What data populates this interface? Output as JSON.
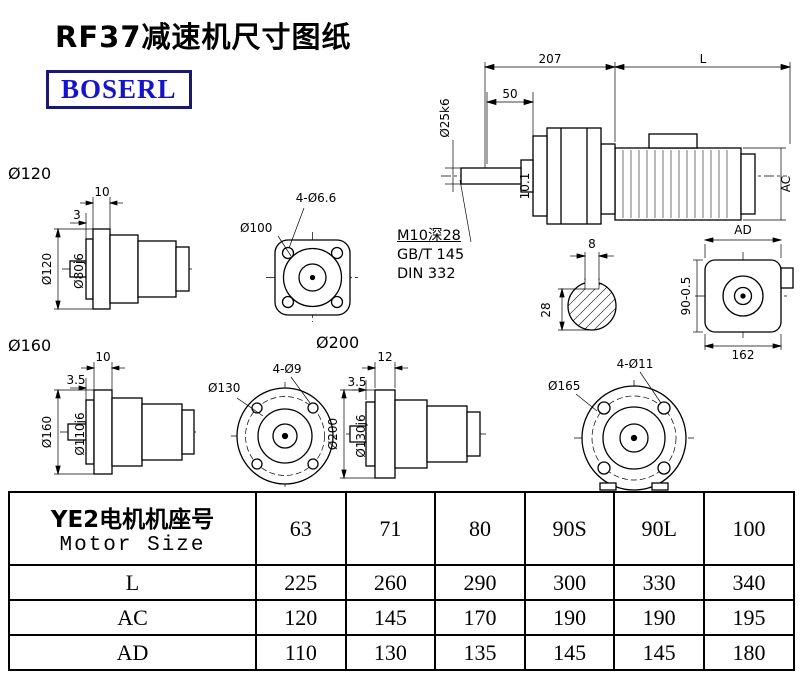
{
  "page": {
    "title": "RF37减速机尺寸图纸",
    "logo_text": "BOSERL"
  },
  "main_view": {
    "dim_length_gearbox": "207",
    "dim_length_motor": "L",
    "dim_shaft_length": "50",
    "dim_shaft_diameter": "Ø25k6",
    "dim_step": "10.1",
    "dim_motor_diameter": "AC",
    "note_thread": "M10深28",
    "note_standard_1": "GB/T 145",
    "note_standard_2": "DIN 332"
  },
  "key_section": {
    "dim_key_width": "8",
    "dim_key_height": "28"
  },
  "end_view": {
    "dim_width": "AD",
    "dim_base": "162",
    "dim_height": "90-0.5"
  },
  "flange_120": {
    "header": "Ø120",
    "dim_flange_thickness": "10",
    "dim_pilot_depth": "3",
    "dim_flange_od": "Ø120",
    "dim_pilot_od": "Ø80j6"
  },
  "face_100": {
    "dim_bolt_circle": "Ø100",
    "dim_holes": "4-Ø6.6"
  },
  "flange_160": {
    "header": "Ø160",
    "dim_flange_thickness": "10",
    "dim_pilot_depth": "3.5",
    "dim_flange_od": "Ø160",
    "dim_pilot_od": "Ø110j6"
  },
  "flange_200": {
    "header": "Ø200",
    "dim_flange_thickness": "12",
    "dim_pilot_depth": "3.5",
    "dim_flange_od": "Ø200",
    "dim_pilot_od": "Ø130j6"
  },
  "face_130": {
    "dim_bolt_circle": "Ø130",
    "dim_holes": "4-Ø9"
  },
  "face_165": {
    "dim_bolt_circle": "Ø165",
    "dim_holes": "4-Ø11"
  },
  "table": {
    "header_cn": "YE2电机机座号",
    "header_en": "Motor Size",
    "sizes": [
      "63",
      "71",
      "80",
      "90S",
      "90L",
      "100"
    ],
    "rows": [
      {
        "label": "L",
        "values": [
          "225",
          "260",
          "290",
          "300",
          "330",
          "340"
        ]
      },
      {
        "label": "AC",
        "values": [
          "120",
          "145",
          "170",
          "190",
          "190",
          "195"
        ]
      },
      {
        "label": "AD",
        "values": [
          "110",
          "130",
          "135",
          "145",
          "145",
          "180"
        ]
      }
    ]
  }
}
